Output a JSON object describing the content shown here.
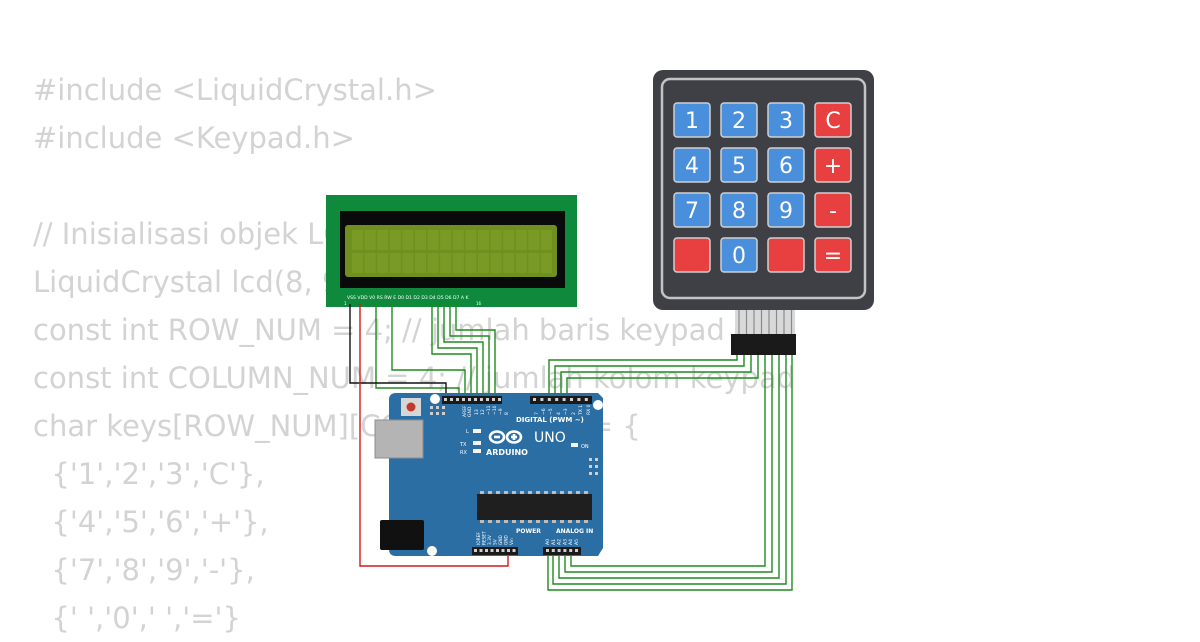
{
  "code_lines": [
    "#include <LiquidCrystal.h>",
    "#include <Keypad.h>",
    "",
    "// Inisialisasi objek LCD",
    "LiquidCrystal lcd(8, 9, 4, 5, 6, 7);",
    "const int ROW_NUM = 4; // jumlah baris keypad",
    "const int COLUMN_NUM = 4; // jumlah kolom keypad",
    "char keys[ROW_NUM][COLUMN_NUM] = {",
    "  {'1','2','3','C'},",
    "  {'4','5','6','+'},",
    "  {'7','8','9','-'},",
    "  {' ','0',' ','='}"
  ],
  "keypad": {
    "rows": [
      [
        {
          "label": "1",
          "color": "blue"
        },
        {
          "label": "2",
          "color": "blue"
        },
        {
          "label": "3",
          "color": "blue"
        },
        {
          "label": "C",
          "color": "red"
        }
      ],
      [
        {
          "label": "4",
          "color": "blue"
        },
        {
          "label": "5",
          "color": "blue"
        },
        {
          "label": "6",
          "color": "blue"
        },
        {
          "label": "+",
          "color": "red"
        }
      ],
      [
        {
          "label": "7",
          "color": "blue"
        },
        {
          "label": "8",
          "color": "blue"
        },
        {
          "label": "9",
          "color": "blue"
        },
        {
          "label": "-",
          "color": "red"
        }
      ],
      [
        {
          "label": "",
          "color": "red"
        },
        {
          "label": "0",
          "color": "blue"
        },
        {
          "label": "",
          "color": "red"
        },
        {
          "label": "=",
          "color": "red"
        }
      ]
    ]
  },
  "lcd": {
    "pin_labels": "VSS VDD V0 RS RW E D0 D1 D2 D3 D4 D5 D6 D7 A K",
    "pin_first": "1",
    "pin_last": "16"
  },
  "arduino": {
    "model": "UNO",
    "brand": "ARDUINO",
    "digital_label": "DIGITAL (PWM ~)",
    "analog_label": "ANALOG IN",
    "power_label": "POWER",
    "on_label": "ON",
    "tx_label": "TX",
    "rx_label": "RX",
    "l_label": "L",
    "aref_label": "AREF",
    "gnd_label": "GND",
    "digital_pins": [
      "13",
      "12",
      "~11",
      "~10",
      "~9",
      "8",
      "7",
      "~6",
      "~5",
      "4",
      "~3",
      "2",
      "TX 1",
      "RX 0"
    ],
    "analog_pins": [
      "A0",
      "A1",
      "A2",
      "A3",
      "A4",
      "A5"
    ],
    "power_pins": [
      "IOREF",
      "RESET",
      "3.3V",
      "5V",
      "GND",
      "GND",
      "Vin"
    ]
  },
  "colors": {
    "code_text": "#d3d3d3",
    "wire_green": "#1e8c1e",
    "wire_black": "#111111",
    "wire_red": "#d11a1a",
    "keypad_body": "#3f3f46",
    "key_blue": "#4a8fdc",
    "key_red": "#e84040",
    "board_blue": "#2b6ea3",
    "lcd_pcb": "#0f8a3c",
    "lcd_screen": "#6f8f1e"
  }
}
